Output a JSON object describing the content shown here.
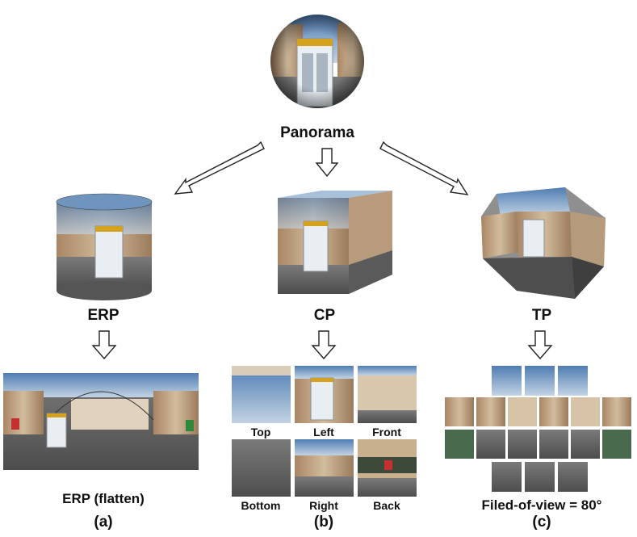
{
  "labels": {
    "panorama": "Panorama",
    "erp": "ERP",
    "cp": "CP",
    "tp": "TP",
    "erp_flatten": "ERP (flatten)",
    "fov": "Filed-of-view = 80°",
    "panel_a": "(a)",
    "panel_b": "(b)",
    "panel_c": "(c)"
  },
  "cube_faces": {
    "top": "Top",
    "left": "Left",
    "front": "Front",
    "bottom": "Bottom",
    "right": "Right",
    "back": "Back"
  },
  "colors": {
    "sky": "#5b86b8",
    "sky_light": "#b9cce0",
    "building": "#b08f6e",
    "building_light": "#d6c3a8",
    "ground": "#6e6e6e",
    "ground_dark": "#4a4a4a",
    "kiosk": "#e9eef2",
    "sign": "#d4a21f",
    "arrow_stroke": "#222222"
  }
}
